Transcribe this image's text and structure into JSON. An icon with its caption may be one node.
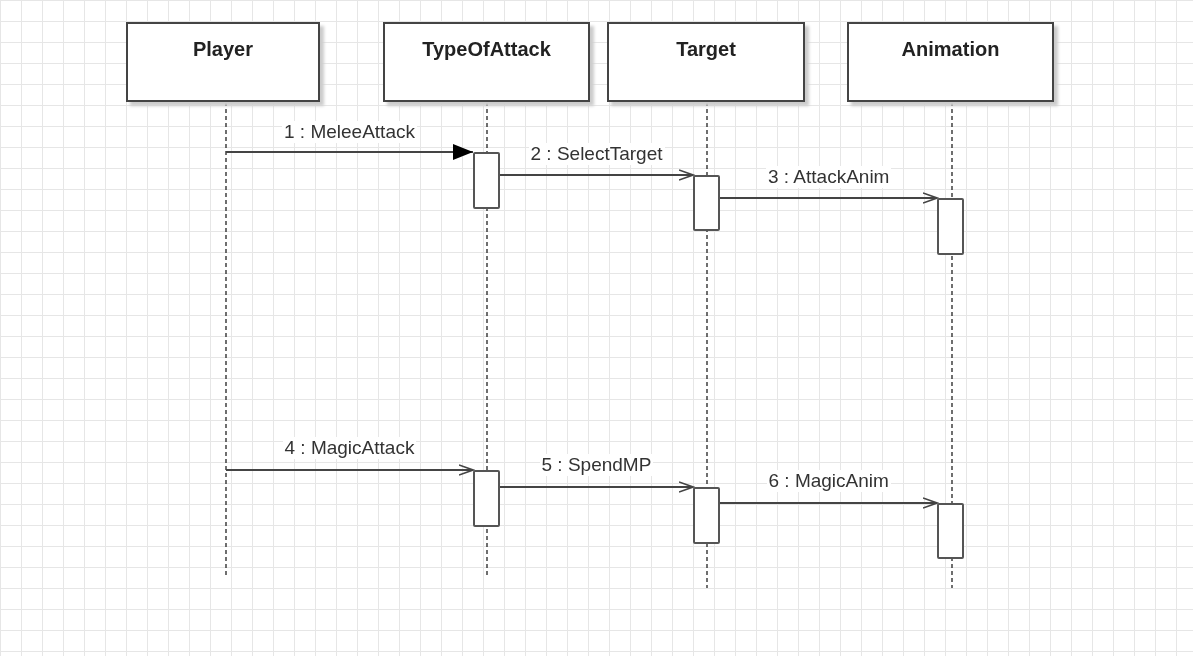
{
  "diagram": {
    "nodes": [
      {
        "text": [
          "Player"
        ]
      },
      {
        "text": [
          "TypeOfAttack"
        ]
      },
      {
        "text": [
          "Target"
        ]
      },
      {
        "text": [
          "Animation"
        ]
      },
      {
        "text": [],
        "shape": "bar"
      },
      {
        "text": [],
        "shape": "bar"
      },
      {
        "text": [],
        "shape": "bar"
      },
      {
        "text": [],
        "shape": "bar"
      },
      {
        "text": [],
        "shape": "bar"
      },
      {
        "text": [],
        "shape": "bar"
      }
    ],
    "edges": [
      {
        "from": null,
        "to": 4,
        "arrow": "to",
        "label": "1 : MeleeAttack"
      },
      {
        "from": 4,
        "to": 5,
        "arrow": "to",
        "label": "2 : SelectTarget"
      },
      {
        "from": 5,
        "to": 6,
        "arrow": "to",
        "label": "3 : AttackAnim"
      },
      {
        "from": null,
        "to": 7,
        "arrow": "to",
        "label": "4 : MagicAttack"
      },
      {
        "from": 7,
        "to": 8,
        "arrow": "to",
        "label": "5 : SpendMP"
      },
      {
        "from": 8,
        "to": 9,
        "arrow": "to",
        "label": "6 : MagicAnim"
      }
    ]
  }
}
